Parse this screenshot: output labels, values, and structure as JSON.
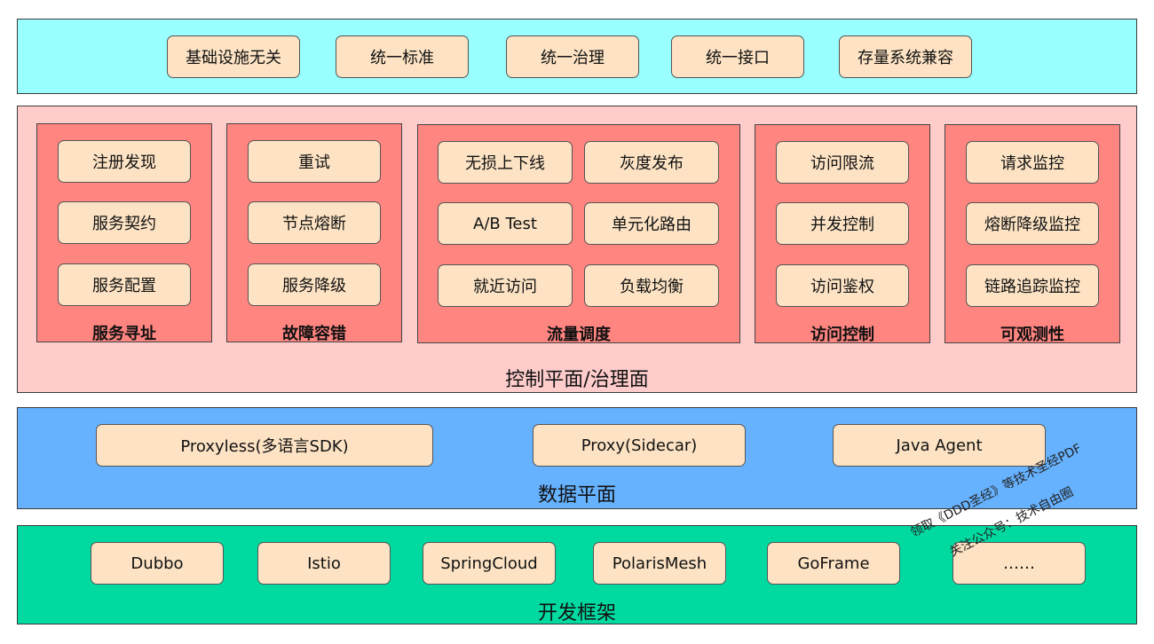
{
  "top_layer": {
    "items": [
      "基础设施无关",
      "统一标准",
      "统一治理",
      "统一接口",
      "存量系统兼容"
    ]
  },
  "control_plane": {
    "label": "控制平面/治理面",
    "groups": [
      {
        "title": "服务寻址",
        "items": [
          "注册发现",
          "服务契约",
          "服务配置"
        ]
      },
      {
        "title": "故障容错",
        "items": [
          "重试",
          "节点熔断",
          "服务降级"
        ]
      },
      {
        "title": "流量调度",
        "items": [
          "无损上下线",
          "灰度发布",
          "A/B Test",
          "单元化路由",
          "就近访问",
          "负载均衡"
        ]
      },
      {
        "title": "访问控制",
        "items": [
          "访问限流",
          "并发控制",
          "访问鉴权"
        ]
      },
      {
        "title": "可观测性",
        "items": [
          "请求监控",
          "熔断降级监控",
          "链路追踪监控"
        ]
      }
    ]
  },
  "data_plane": {
    "label": "数据平面",
    "items": [
      "Proxyless(多语言SDK)",
      "Proxy(Sidecar)",
      "Java Agent"
    ]
  },
  "frameworks": {
    "label": "开发框架",
    "items": [
      "Dubbo",
      "Istio",
      "SpringCloud",
      "PolarisMesh",
      "GoFrame",
      "……"
    ]
  },
  "watermark": {
    "line1": "领取《DDD圣经》等技术圣经PDF",
    "line2": "关注公众号：技术自由圈"
  },
  "colors": {
    "top_layer": "#99ffff",
    "control_plane": "#ffcccc",
    "group": "#ff8580",
    "data_plane": "#66b2ff",
    "frameworks": "#00d9a0",
    "button": "#fde3c4"
  }
}
